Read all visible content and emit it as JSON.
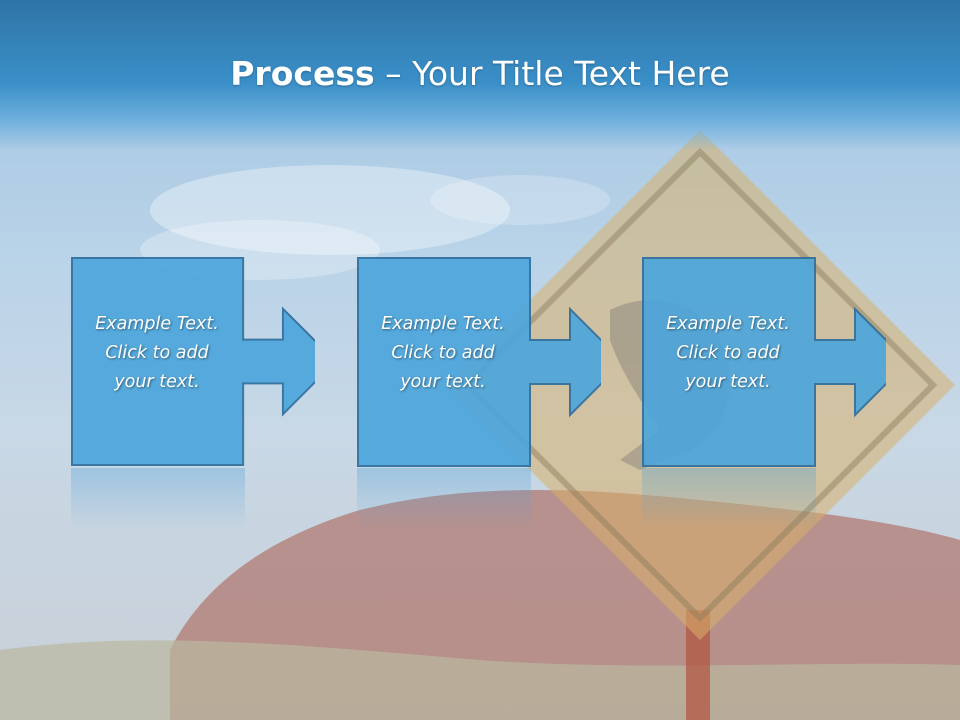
{
  "title": {
    "bold": "Process",
    "rest": " – Your Title Text Here"
  },
  "steps": [
    {
      "line1": "Example Text.",
      "line2": "Click  to add",
      "line3": "your text."
    },
    {
      "line1": "Example Text.",
      "line2": "Click  to add",
      "line3": "your text."
    },
    {
      "line1": "Example Text.",
      "line2": "Click  to add",
      "line3": "your text."
    }
  ],
  "colors": {
    "header": "#3a8fc8",
    "step_fill": "#4da6dc",
    "step_border": "#2f6f9e",
    "sign": "#e0b870",
    "rock": "#9a4a3a"
  }
}
